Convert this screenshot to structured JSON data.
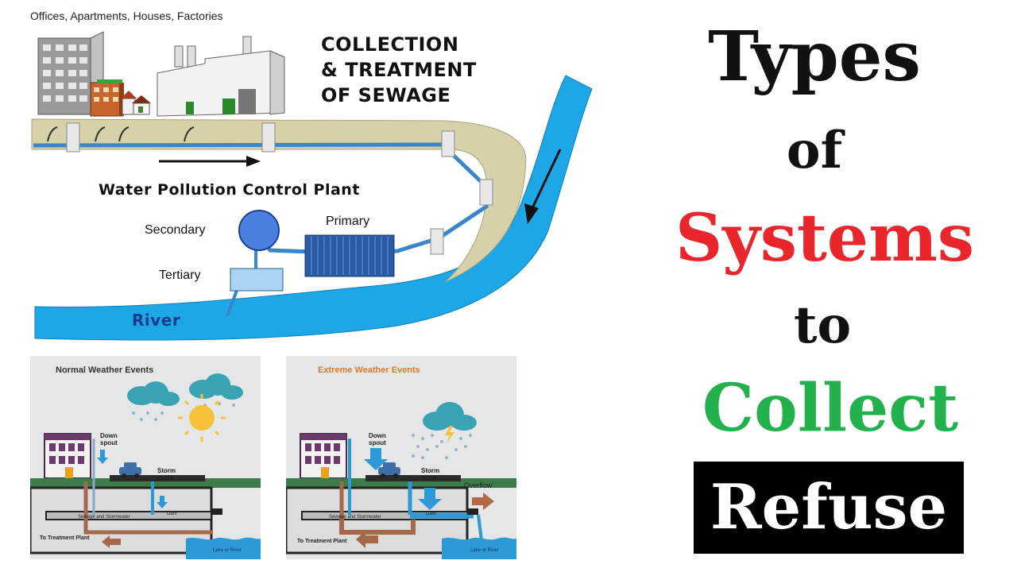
{
  "top_diagram": {
    "header": "Offices, Apartments, Houses, Factories",
    "title_lines": [
      "COLLECTION",
      "& TREATMENT",
      "OF SEWAGE"
    ],
    "plant_label": "Water Pollution Control Plant",
    "secondary": "Secondary",
    "primary": "Primary",
    "tertiary": "Tertiary",
    "river": "River",
    "colors": {
      "river": "#1ea7e6",
      "bank": "#d6d1a8",
      "pipe": "#3a86c8"
    }
  },
  "normal_panel": {
    "title": "Normal Weather Events",
    "downspout": "Down spout",
    "storm_drain": "Storm drain",
    "sewage": "Sewage and Stormwater",
    "dam": "Dam",
    "treatment": "To Treatment Plant",
    "lake": "Lake or River"
  },
  "extreme_panel": {
    "title": "Extreme Weather Events",
    "downspout": "Down spout",
    "storm_drain": "Storm drain",
    "overflow": "Overflow",
    "sewage": "Sewage and Stormwater",
    "dam": "Dam",
    "treatment": "To Treatment Plant",
    "lake": "Lake or River"
  },
  "headline": {
    "line1": "Types",
    "line2": "of",
    "line3": "Systems",
    "line4": "to",
    "line5": "Collect",
    "line6": "Refuse",
    "colors": {
      "dark": "#111111",
      "red": "#e8262b",
      "green": "#22b14c",
      "box": "#000000",
      "box_text": "#ffffff"
    }
  }
}
